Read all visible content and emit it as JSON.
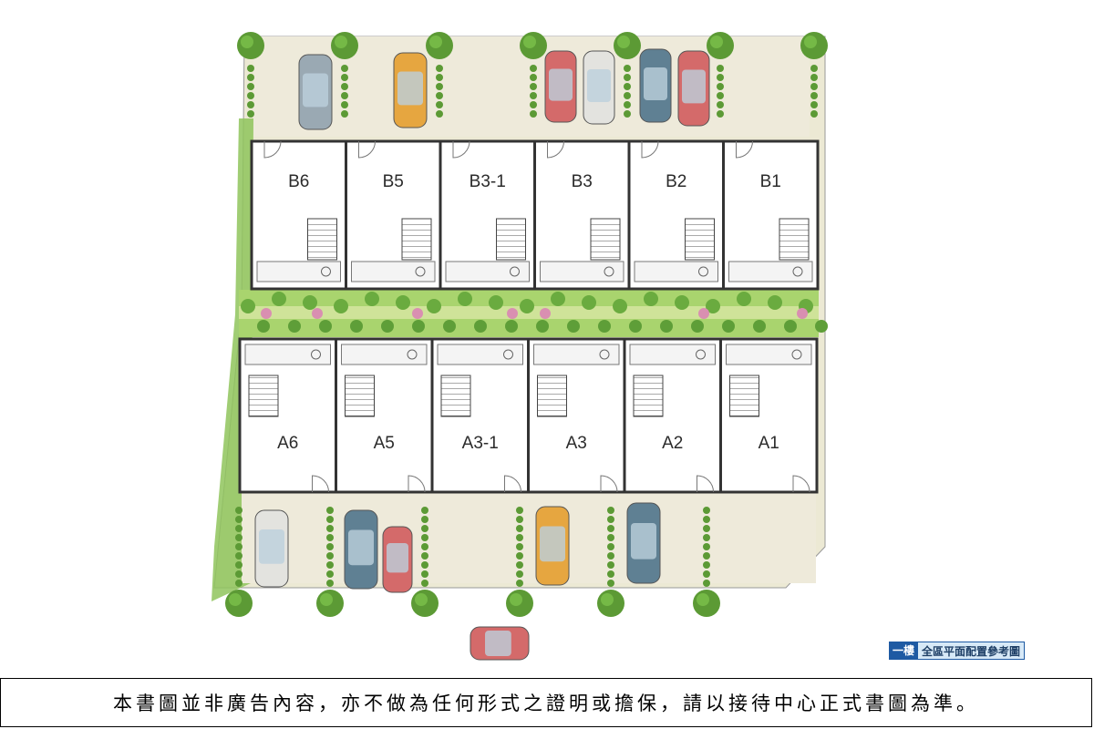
{
  "plan": {
    "units_north": [
      "B6",
      "B5",
      "B3-1",
      "B3",
      "B2",
      "B1"
    ],
    "units_south": [
      "A6",
      "A5",
      "A3-1",
      "A3",
      "A2",
      "A1"
    ]
  },
  "colors": {
    "grass": "#8fc45c",
    "paving": "#e9e6cf",
    "room": "#ffffff",
    "wall": "#333333",
    "tree": "#5c9a35",
    "car_palette": [
      "#9aa9b3",
      "#e6a640",
      "#d46a6a",
      "#e3e3df",
      "#5f8093"
    ]
  },
  "legend": {
    "floor_label": "一樓",
    "title": "全區平面配置參考圖"
  },
  "disclaimer": "本書圖並非廣告內容，亦不做為任何形式之證明或擔保，請以接待中心正式書圖為準。"
}
